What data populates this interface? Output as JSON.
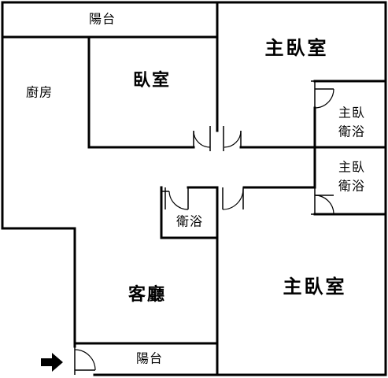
{
  "rooms": {
    "balcony_top": "陽台",
    "kitchen": "廚房",
    "bedroom": "臥室",
    "master_bedroom_top": "主臥室",
    "master_bath_top_line1": "主臥",
    "master_bath_top_line2": "衛浴",
    "master_bath_mid_line1": "主臥",
    "master_bath_mid_line2": "衛浴",
    "bathroom": "衛浴",
    "living_room": "客廳",
    "master_bedroom_bottom": "主臥室",
    "balcony_bottom": "陽台"
  },
  "icons": {
    "entrance": "entrance-arrow-icon"
  },
  "colors": {
    "wall": "#000000",
    "background": "#ffffff"
  }
}
